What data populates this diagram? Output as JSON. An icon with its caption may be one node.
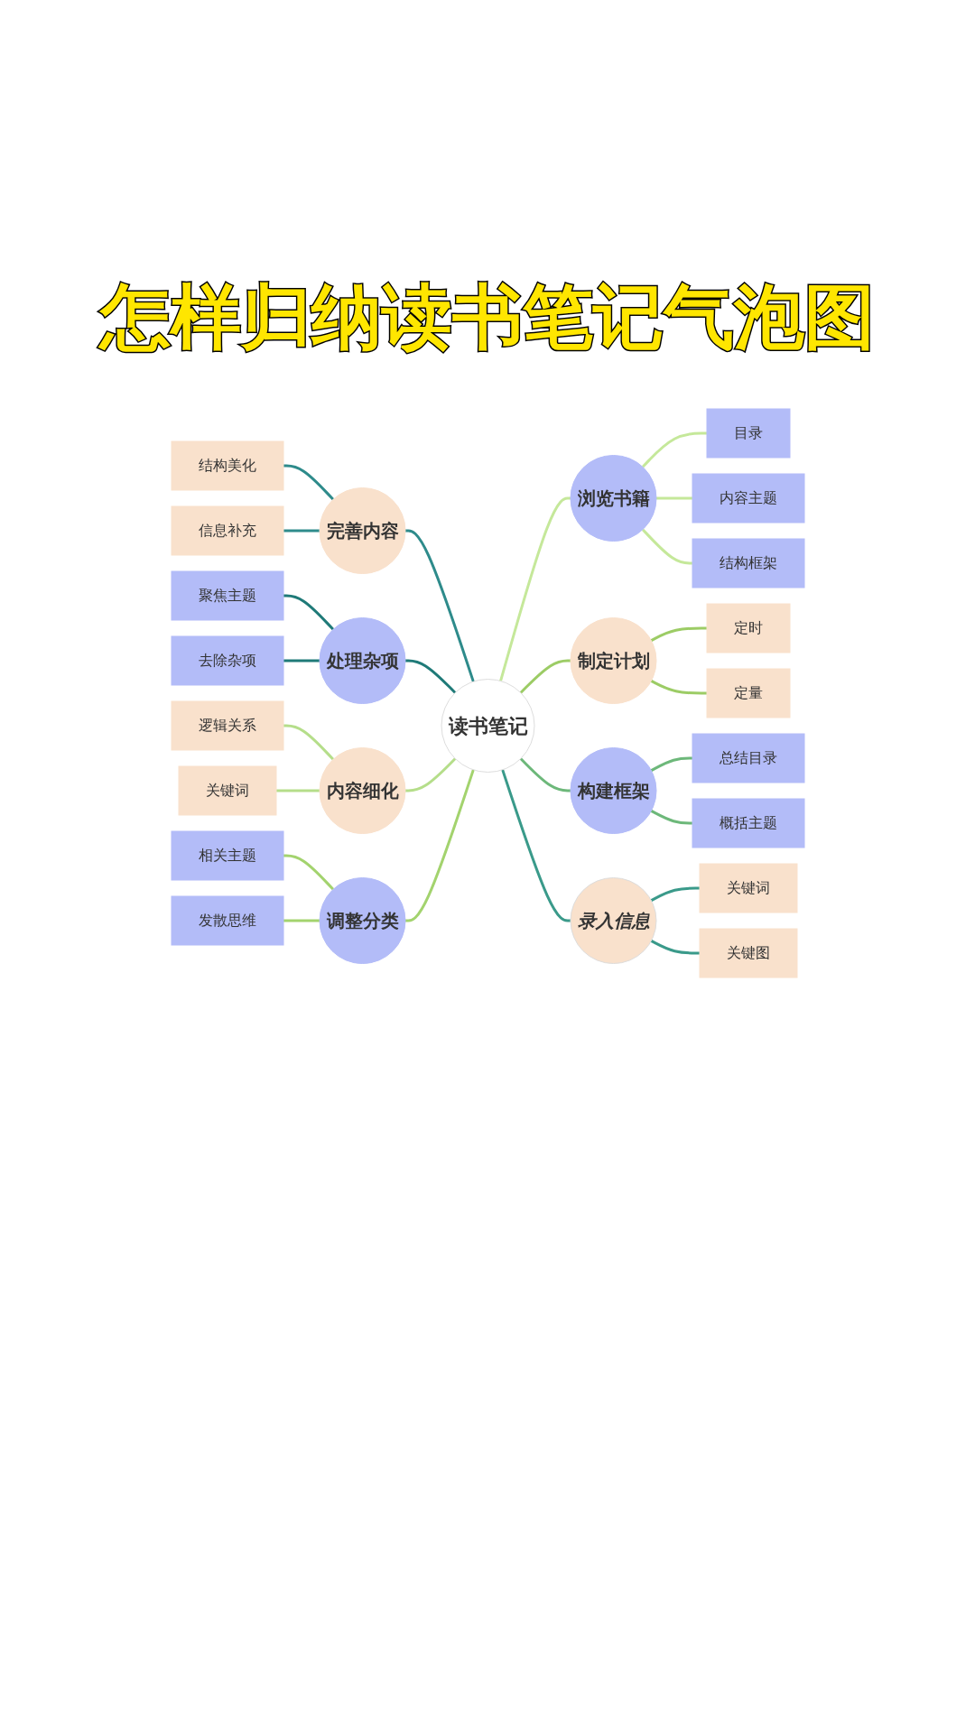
{
  "diagram": {
    "title": "怎样归纳读书笔记气泡图",
    "nodes": [
      {
        "text": [
          "读书笔记"
        ]
      },
      {
        "text": [
          "浏览书籍"
        ]
      },
      {
        "text": [
          "目录"
        ]
      },
      {
        "text": [
          "内容主题"
        ]
      },
      {
        "text": [
          "结构框架"
        ]
      },
      {
        "text": [
          "制定计划"
        ]
      },
      {
        "text": [
          "定时"
        ]
      },
      {
        "text": [
          "定量"
        ]
      },
      {
        "text": [
          "构建框架"
        ]
      },
      {
        "text": [
          "总结目录"
        ]
      },
      {
        "text": [
          "概括主题"
        ]
      },
      {
        "text": [
          "录入信息"
        ]
      },
      {
        "text": [
          "关键词"
        ]
      },
      {
        "text": [
          "关键图"
        ]
      },
      {
        "text": [
          "完善内容"
        ]
      },
      {
        "text": [
          "结构美化"
        ]
      },
      {
        "text": [
          "信息补充"
        ]
      },
      {
        "text": [
          "处理杂项"
        ]
      },
      {
        "text": [
          "聚焦主题"
        ]
      },
      {
        "text": [
          "去除杂项"
        ]
      },
      {
        "text": [
          "内容细化"
        ]
      },
      {
        "text": [
          "逻辑关系"
        ]
      },
      {
        "text": [
          "关键词"
        ]
      },
      {
        "text": [
          "调整分类"
        ]
      },
      {
        "text": [
          "相关主题"
        ]
      },
      {
        "text": [
          "发散思维"
        ]
      }
    ],
    "edges": [
      {
        "from": 0,
        "to": 1,
        "arrow": "none",
        "color": "#c5e89a"
      },
      {
        "from": 1,
        "to": 2,
        "arrow": "none",
        "color": "#c5e89a"
      },
      {
        "from": 1,
        "to": 3,
        "arrow": "none",
        "color": "#c5e89a"
      },
      {
        "from": 1,
        "to": 4,
        "arrow": "none",
        "color": "#c5e89a"
      },
      {
        "from": 0,
        "to": 5,
        "arrow": "none",
        "color": "#9ccc65"
      },
      {
        "from": 5,
        "to": 6,
        "arrow": "none",
        "color": "#9ccc65"
      },
      {
        "from": 5,
        "to": 7,
        "arrow": "none",
        "color": "#9ccc65"
      },
      {
        "from": 0,
        "to": 8,
        "arrow": "none",
        "color": "#6db87a"
      },
      {
        "from": 8,
        "to": 9,
        "arrow": "none",
        "color": "#6db87a"
      },
      {
        "from": 8,
        "to": 10,
        "arrow": "none",
        "color": "#6db87a"
      },
      {
        "from": 0,
        "to": 11,
        "arrow": "none",
        "color": "#3a9a8a"
      },
      {
        "from": 11,
        "to": 12,
        "arrow": "none",
        "color": "#3a9a8a"
      },
      {
        "from": 11,
        "to": 13,
        "arrow": "none",
        "color": "#3a9a8a"
      },
      {
        "from": 14,
        "to": 0,
        "arrow": "none",
        "color": "#2e8b8b"
      },
      {
        "from": 15,
        "to": 14,
        "arrow": "none",
        "color": "#2e8b8b"
      },
      {
        "from": 16,
        "to": 14,
        "arrow": "none",
        "color": "#2e8b8b"
      },
      {
        "from": 17,
        "to": 0,
        "arrow": "none",
        "color": "#1f7a78"
      },
      {
        "from": 18,
        "to": 17,
        "arrow": "none",
        "color": "#1f7a78"
      },
      {
        "from": 19,
        "to": 17,
        "arrow": "none",
        "color": "#1f7a78"
      },
      {
        "from": 20,
        "to": 0,
        "arrow": "none",
        "color": "#b5de8a"
      },
      {
        "from": 21,
        "to": 20,
        "arrow": "none",
        "color": "#b5de8a"
      },
      {
        "from": 22,
        "to": 20,
        "arrow": "none",
        "color": "#b5de8a"
      },
      {
        "from": 23,
        "to": 0,
        "arrow": "none",
        "color": "#a3d36e"
      },
      {
        "from": 24,
        "to": 23,
        "arrow": "none",
        "color": "#a3d36e"
      },
      {
        "from": 25,
        "to": 23,
        "arrow": "none",
        "color": "#a3d36e"
      }
    ]
  }
}
